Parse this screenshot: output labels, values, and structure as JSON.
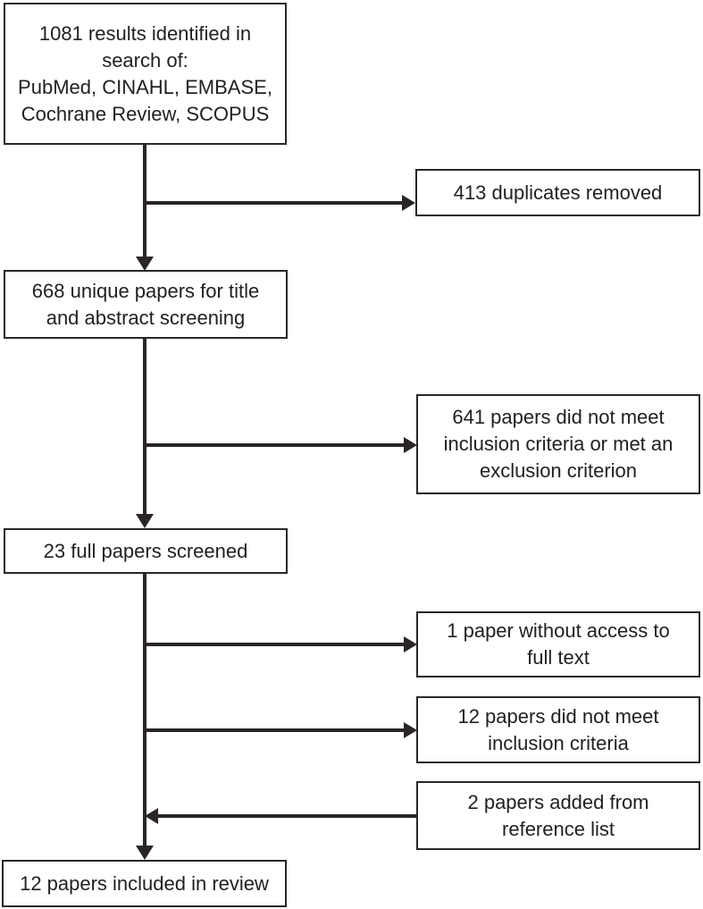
{
  "diagram": {
    "type": "flowchart",
    "colors": {
      "line": "#2a2627",
      "box_border": "#2a2627",
      "text": "#242021",
      "background": "#ffffff"
    },
    "nodes": [
      {
        "id": "results-identified",
        "label": "1081 results identified in\nsearch of:\nPubMed, CINAHL, EMBASE,\nCochrane Review, SCOPUS"
      },
      {
        "id": "duplicates-removed",
        "label": "413 duplicates removed"
      },
      {
        "id": "unique-papers",
        "label": "668 unique papers for title\nand abstract screening"
      },
      {
        "id": "did-not-meet-criteria",
        "label": "641 papers did not meet\ninclusion criteria or met an\nexclusion criterion"
      },
      {
        "id": "full-papers-screened",
        "label": "23 full papers screened"
      },
      {
        "id": "no-full-text-access",
        "label": "1 paper without access to\nfull text"
      },
      {
        "id": "not-meet-inclusion",
        "label": "12 papers did not meet\ninclusion criteria"
      },
      {
        "id": "added-from-references",
        "label": "2 papers added from\nreference list"
      },
      {
        "id": "included-in-review",
        "label": "12 papers included in review"
      }
    ],
    "edges": [
      {
        "from": "results-identified",
        "to": "unique-papers",
        "direction": "down"
      },
      {
        "from": "results-identified",
        "to": "duplicates-removed",
        "direction": "right"
      },
      {
        "from": "unique-papers",
        "to": "full-papers-screened",
        "direction": "down"
      },
      {
        "from": "unique-papers",
        "to": "did-not-meet-criteria",
        "direction": "right"
      },
      {
        "from": "full-papers-screened",
        "to": "included-in-review",
        "direction": "down"
      },
      {
        "from": "full-papers-screened",
        "to": "no-full-text-access",
        "direction": "right"
      },
      {
        "from": "full-papers-screened",
        "to": "not-meet-inclusion",
        "direction": "right"
      },
      {
        "from": "added-from-references",
        "to": "included-in-review",
        "direction": "left"
      }
    ]
  }
}
